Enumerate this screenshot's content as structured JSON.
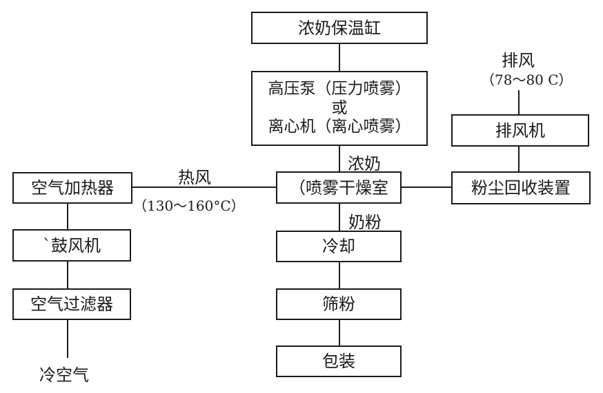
{
  "diagram": {
    "type": "process-flowchart",
    "nodes": {
      "storage_tank": "浓奶保温缸",
      "atomizer_line1": "高压泵（压力喷雾）",
      "atomizer_or": "或",
      "atomizer_line2": "离心机（离心喷雾）",
      "spray_chamber": "（喷雾干燥室",
      "dust_recovery": "粉尘回收装置",
      "exhaust_fan": "排风机",
      "air_heater": "空气加热器",
      "blower": "`鼓风机",
      "air_filter": "空气过滤器",
      "cooling": "冷却",
      "sieving": "筛粉",
      "packaging": "包装"
    },
    "labels": {
      "exhaust": "排风",
      "exhaust_temp": "（78～80 C）",
      "hot_air": "热风",
      "hot_air_temp": "（130～160°C）",
      "concentrated_milk": "浓奶",
      "milk_powder": "奶粉",
      "cold_air": "冷空气"
    },
    "edges": [
      {
        "from": "storage_tank",
        "to": "atomizer"
      },
      {
        "from": "atomizer",
        "to": "spray_chamber",
        "label": "浓奶"
      },
      {
        "from": "air_heater",
        "to": "spray_chamber",
        "label": "热风 （130～160°C）"
      },
      {
        "from": "spray_chamber",
        "to": "dust_recovery"
      },
      {
        "from": "dust_recovery",
        "to": "exhaust_fan"
      },
      {
        "from": "exhaust_fan",
        "to": "exhaust",
        "label": "排风 （78～80 C）"
      },
      {
        "from": "cold_air",
        "to": "air_filter"
      },
      {
        "from": "air_filter",
        "to": "blower"
      },
      {
        "from": "blower",
        "to": "air_heater"
      },
      {
        "from": "spray_chamber",
        "to": "cooling",
        "label": "奶粉"
      },
      {
        "from": "cooling",
        "to": "sieving"
      },
      {
        "from": "sieving",
        "to": "packaging"
      }
    ]
  }
}
